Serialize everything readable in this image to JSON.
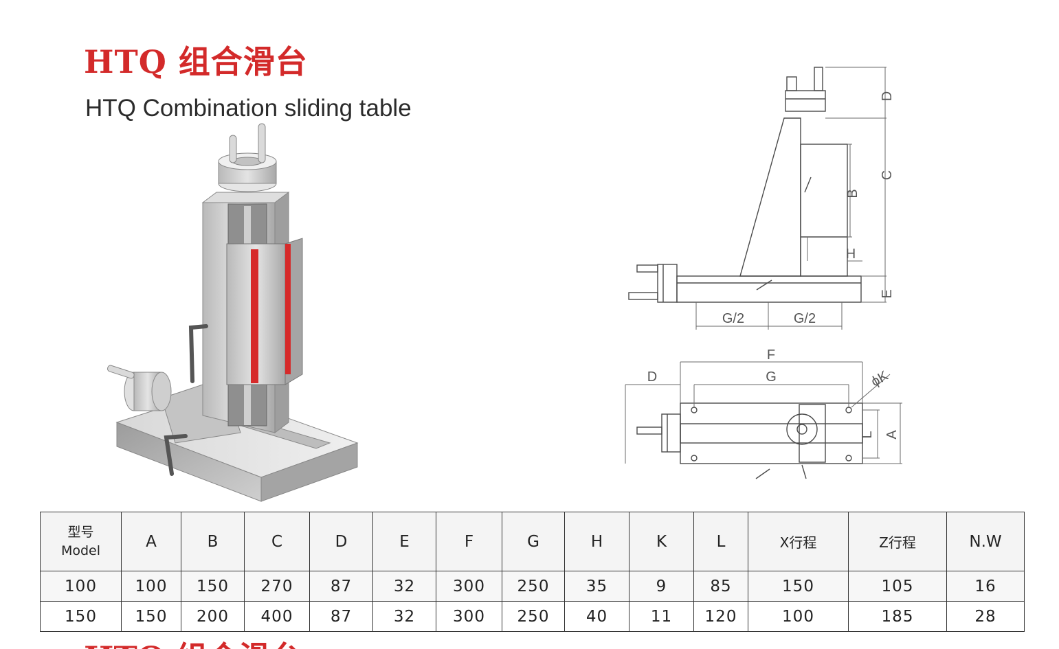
{
  "header": {
    "title_cn": "HTQ 组合滑台",
    "title_en": "HTQ  Combination sliding table"
  },
  "drawing_labels": {
    "side": {
      "d": "D",
      "c": "C",
      "b": "B",
      "h": "H",
      "e": "E",
      "g_half_left": "G/2",
      "g_half_right": "G/2"
    },
    "top": {
      "f": "F",
      "d": "D",
      "g": "G",
      "k": "ϕK",
      "l": "L",
      "a": "A"
    }
  },
  "table": {
    "model_head_cn": "型号",
    "model_head_en": "Model",
    "columns": [
      "A",
      "B",
      "C",
      "D",
      "E",
      "F",
      "G",
      "H",
      "K",
      "L",
      "X行程",
      "Z行程",
      "N.W"
    ],
    "rows": [
      [
        "100",
        "100",
        "150",
        "270",
        "87",
        "32",
        "300",
        "250",
        "35",
        "9",
        "85",
        "150",
        "105",
        "16"
      ],
      [
        "150",
        "150",
        "200",
        "400",
        "87",
        "32",
        "300",
        "250",
        "40",
        "11",
        "120",
        "100",
        "185",
        "28"
      ]
    ]
  },
  "footer": {
    "cut_title": "HTQ 组合滑台"
  },
  "colors": {
    "title_red": "#d32a2a",
    "rail_red": "#d62a2a",
    "metal": "#c9c9c9"
  }
}
